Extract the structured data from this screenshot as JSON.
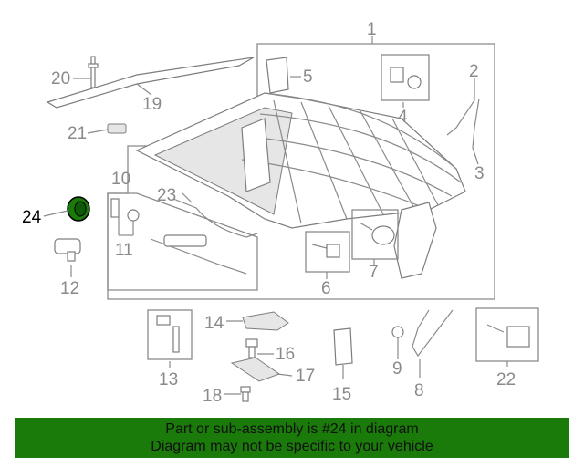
{
  "callouts": {
    "c1": "1",
    "c2": "2",
    "c3": "3",
    "c4": "4",
    "c5": "5",
    "c6": "6",
    "c7": "7",
    "c8": "8",
    "c9": "9",
    "c10": "10",
    "c11": "11",
    "c12": "12",
    "c13": "13",
    "c14": "14",
    "c15": "15",
    "c16": "16",
    "c17": "17",
    "c18": "18",
    "c19": "19",
    "c20": "20",
    "c21": "21",
    "c22": "22",
    "c23": "23",
    "c24": "24"
  },
  "highlight": {
    "part_number": "24",
    "color": "#1a7a0a"
  },
  "banner": {
    "line1": "Part or sub-assembly is #24 in diagram",
    "line2": "Diagram may not be specific to your vehicle"
  }
}
